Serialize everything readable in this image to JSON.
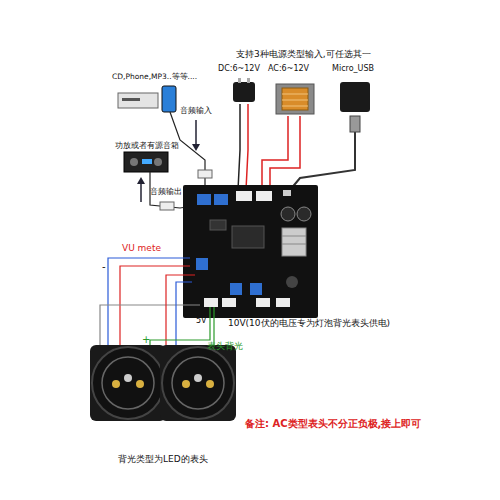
{
  "diagram": {
    "nodes": [
      {
        "text": [
          "CD,Phone,MP3..等等...."
        ]
      },
      {
        "text": [
          "功放或者有源音箱"
        ]
      },
      {
        "text": [
          "DC:6~12V"
        ]
      },
      {
        "text": [
          "AC:6~12V"
        ]
      },
      {
        "text": [
          "Micro_USB"
        ]
      }
    ],
    "labels": [
      "支持3种电源类型输入,可任选其一",
      "音频输入",
      "音频输出",
      "VU mete",
      "-",
      "+",
      "5V",
      "表头背光",
      "10V(10伏的电压专为灯泡背光表头供电)",
      "备注: AC类型表头不分正负极,接上即可",
      "背光类型为LED的表头"
    ]
  }
}
